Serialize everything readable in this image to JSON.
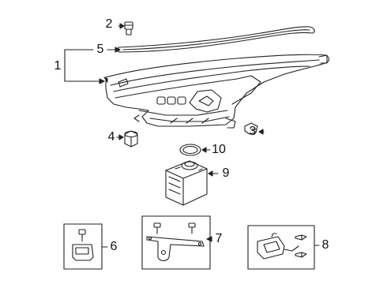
{
  "diagram": {
    "line_color": "#222222",
    "callouts": {
      "c1": "1",
      "c2": "2",
      "c3": "3",
      "c4": "4",
      "c5": "5",
      "c6": "6",
      "c7": "7",
      "c8": "8",
      "c9": "9",
      "c10": "10"
    },
    "parts": [
      {
        "number": "1",
        "name": "headlamp-assembly-icon"
      },
      {
        "number": "2",
        "name": "mounting-screw-icon"
      },
      {
        "number": "3",
        "name": "bolt-icon"
      },
      {
        "number": "4",
        "name": "nut-icon"
      },
      {
        "number": "5",
        "name": "seal-strip-icon"
      },
      {
        "number": "6",
        "name": "bracket-with-screw-icon"
      },
      {
        "number": "7",
        "name": "mounting-bracket-icon"
      },
      {
        "number": "8",
        "name": "leveling-actuator-icon"
      },
      {
        "number": "9",
        "name": "control-module-icon"
      },
      {
        "number": "10",
        "name": "o-ring-icon"
      }
    ]
  }
}
